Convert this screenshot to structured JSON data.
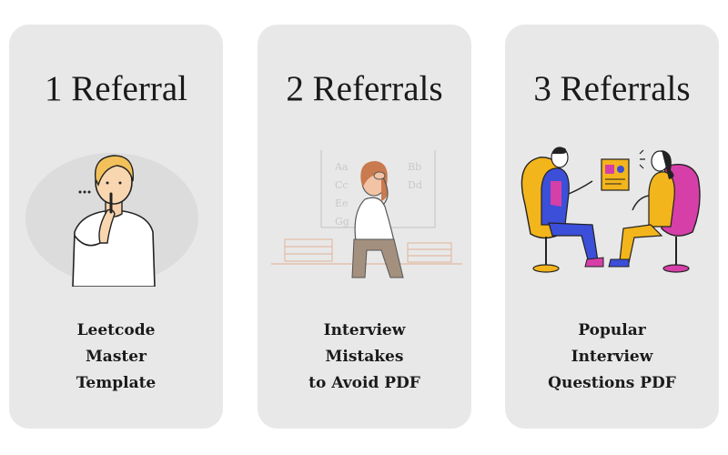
{
  "cards": [
    {
      "title": "1 Referral",
      "reward_lines": [
        "Leetcode",
        "Master",
        "Template"
      ],
      "illustration": "person-shush-illustration"
    },
    {
      "title": "2 Referrals",
      "reward_lines": [
        "Interview",
        "Mistakes",
        "to Avoid PDF"
      ],
      "illustration": "stressed-woman-illustration"
    },
    {
      "title": "3 Referrals",
      "reward_lines": [
        "Popular",
        "Interview",
        "Questions PDF"
      ],
      "illustration": "interview-conversation-illustration"
    }
  ],
  "colors": {
    "card_bg": "#e8e8e8",
    "text": "#1a1a1a",
    "accent_blue": "#3b4fd8",
    "accent_yellow": "#f3b51c",
    "accent_magenta": "#d63fa8"
  },
  "board_letters": [
    "Aa",
    "Cc",
    "Ee",
    "Gg",
    "Bb",
    "Dd"
  ]
}
